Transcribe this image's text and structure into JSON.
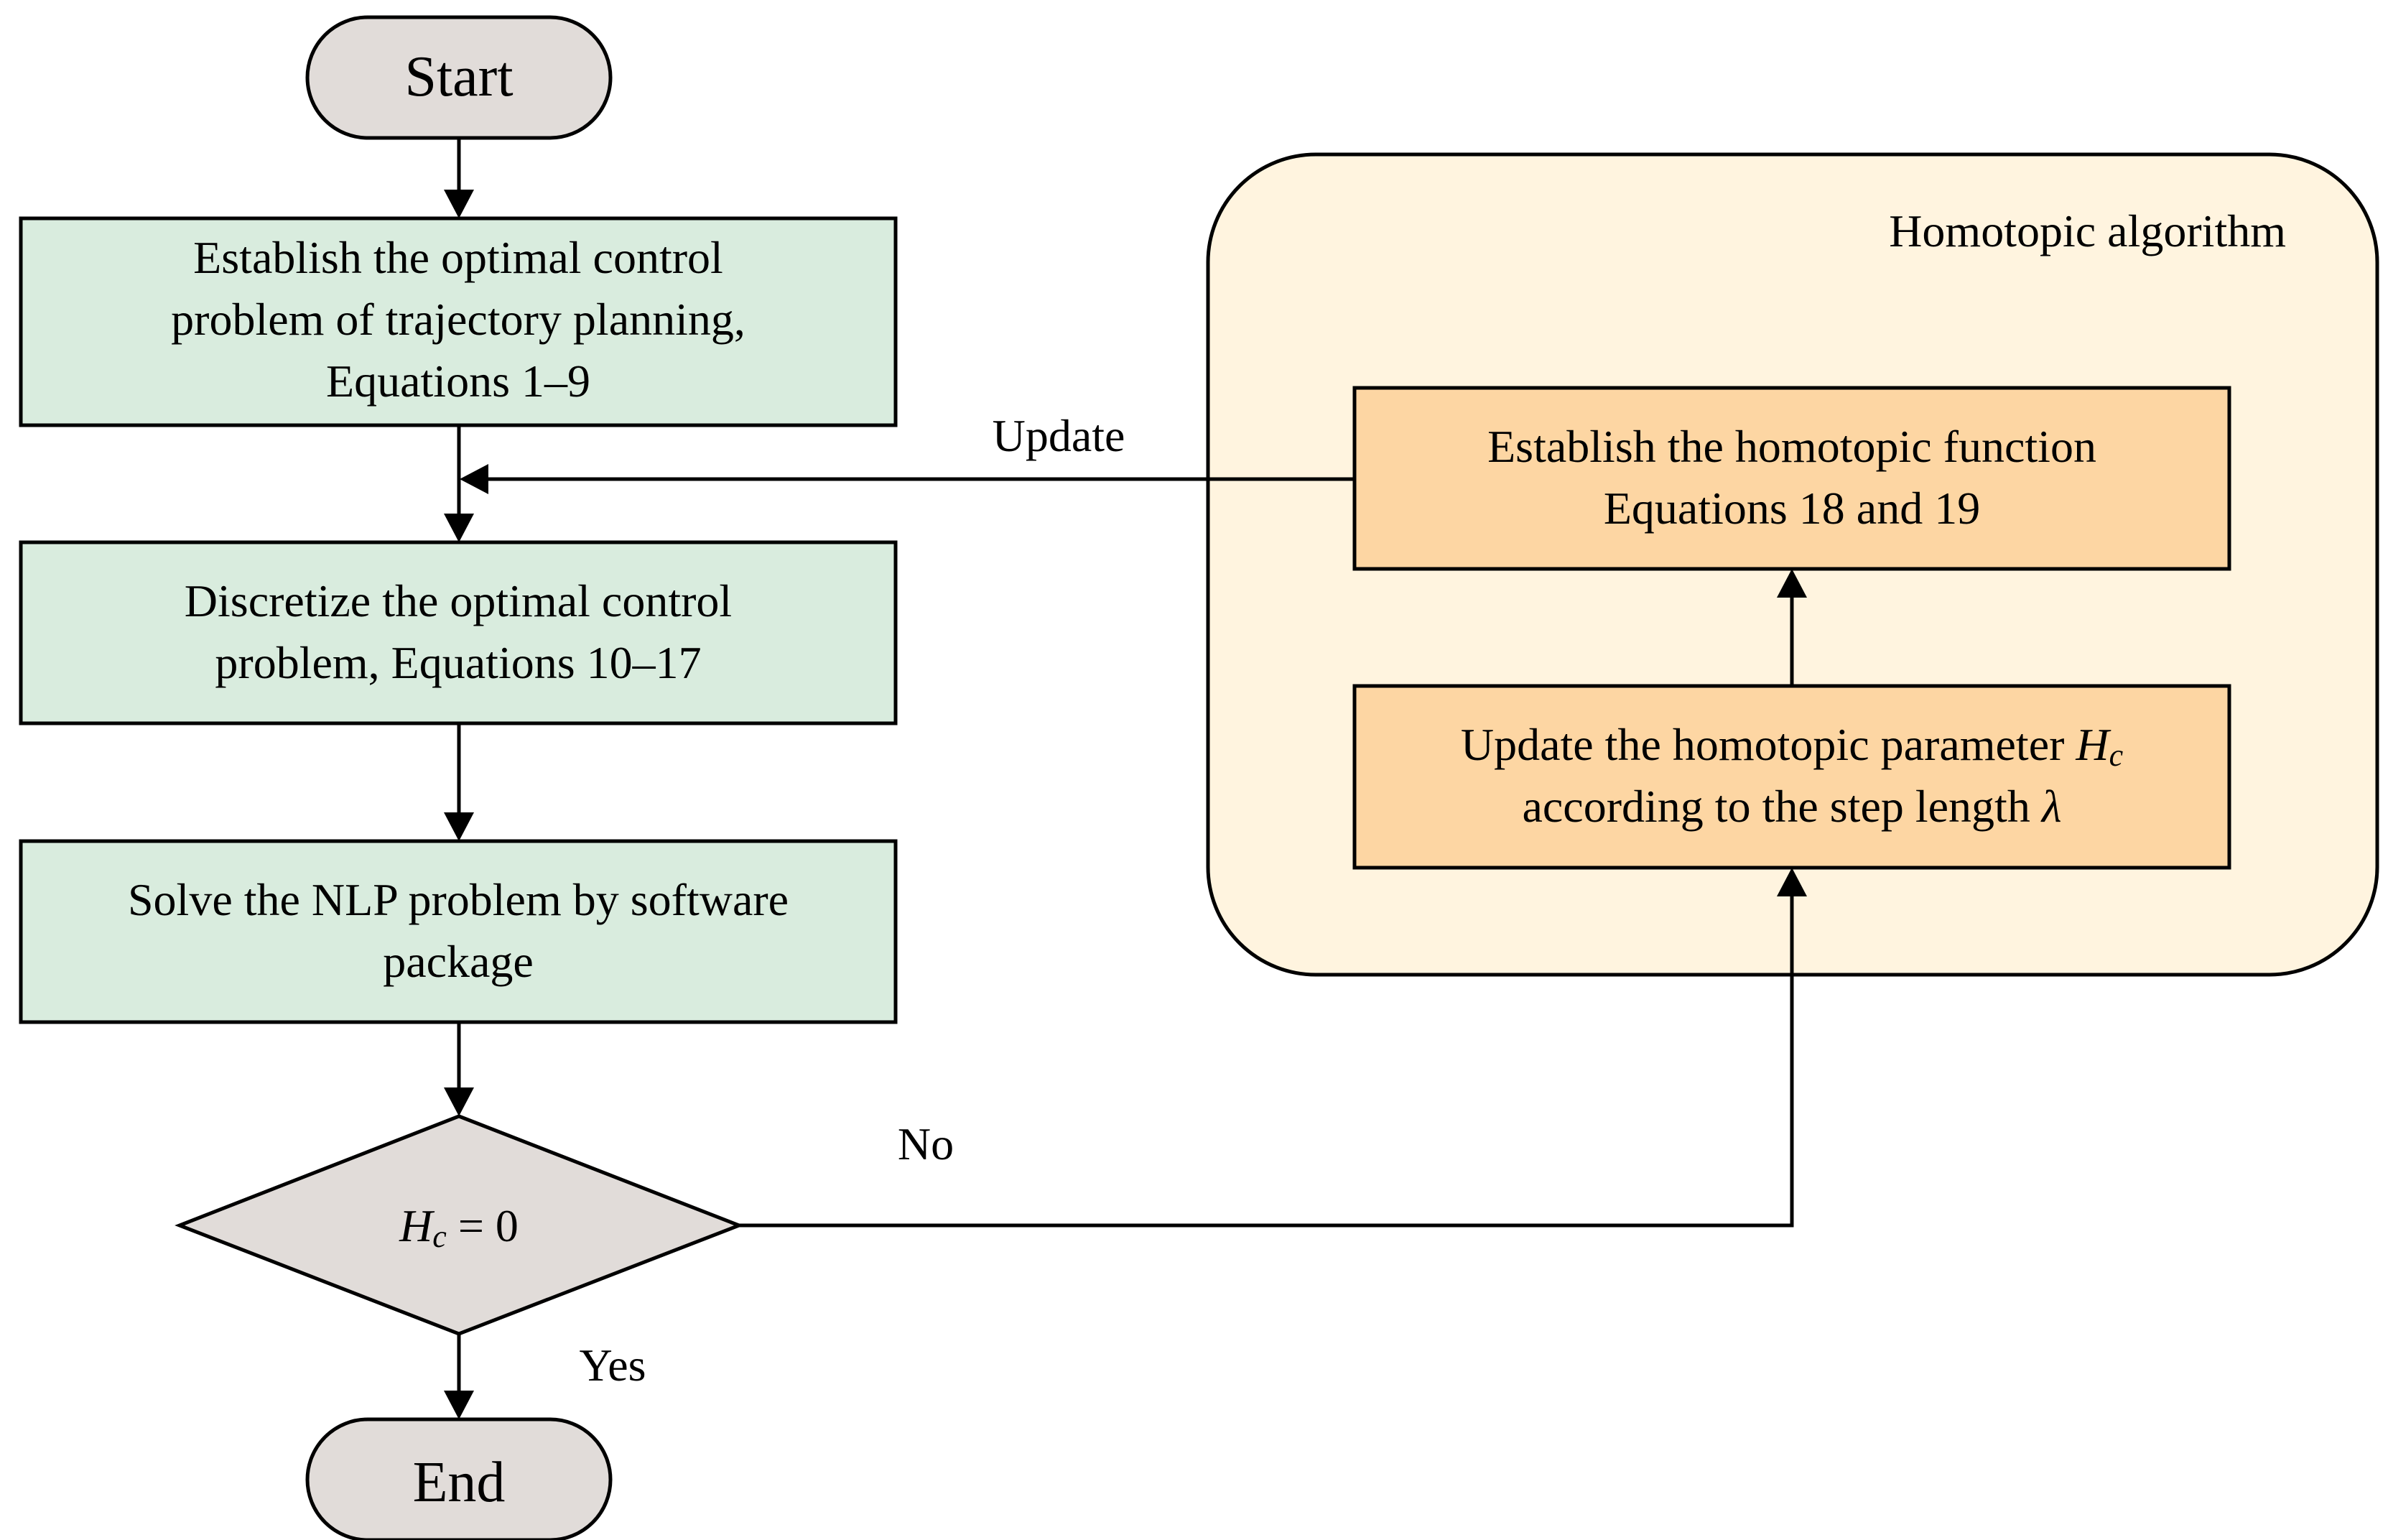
{
  "colors": {
    "terminal_fill": "#e1dcd9",
    "process_fill": "#d9ecde",
    "homotopic_panel_fill": "#fff4df",
    "homotopic_box_fill": "#fdd6a3",
    "decision_fill": "#e1dcd9",
    "stroke": "#000000"
  },
  "nodes": {
    "start": {
      "label": "Start"
    },
    "establish_ocp": {
      "line1": "Establish the optimal control",
      "line2": "problem of trajectory planning,",
      "line3": "Equations 1–9"
    },
    "discretize": {
      "line1": "Discretize the optimal control",
      "line2": "problem, Equations 10–17"
    },
    "solve_nlp": {
      "line1": "Solve the NLP problem by software",
      "line2": "package"
    },
    "decision": {
      "var": "H",
      "sub": "c",
      "rest": " = 0"
    },
    "end": {
      "label": "End"
    },
    "homotopic_panel": {
      "title": "Homotopic algorithm"
    },
    "homotopic_function": {
      "line1": "Establish the homotopic function",
      "line2": "Equations 18 and  19"
    },
    "update_parameter": {
      "line1_text": "Update the homotopic parameter ",
      "line1_var": "H",
      "line1_sub": "c",
      "line2_text": "according to the step length ",
      "line2_var": "λ"
    }
  },
  "edge_labels": {
    "update": "Update",
    "no": "No",
    "yes": "Yes"
  }
}
